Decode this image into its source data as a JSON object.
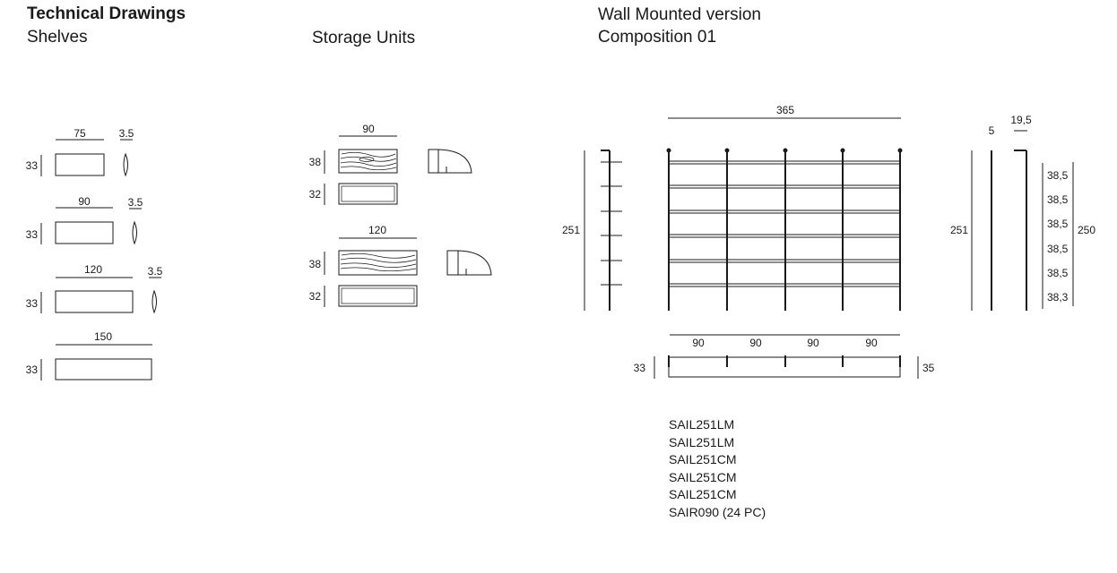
{
  "headers": {
    "technical_drawings": "Technical Drawings",
    "shelves": "Shelves",
    "storage_units": "Storage Units",
    "wall_mounted": "Wall Mounted version",
    "composition": "Composition 01"
  },
  "shelves": [
    {
      "width": "75",
      "depth": "3.5",
      "height": "33"
    },
    {
      "width": "90",
      "depth": "3.5",
      "height": "33"
    },
    {
      "width": "120",
      "depth": "3.5",
      "height": "33"
    },
    {
      "width": "150",
      "depth": "",
      "height": "33"
    }
  ],
  "storage_units": [
    {
      "width": "90",
      "open_height": "38",
      "closed_height": "32"
    },
    {
      "width": "120",
      "open_height": "38",
      "closed_height": "32"
    }
  ],
  "composition": {
    "overall_width": "365",
    "overall_height": "251",
    "side_height": "251",
    "side_depth": "5",
    "bracket_depth": "19,5",
    "total_height": "250",
    "shelf_spacings": [
      "38,5",
      "38,5",
      "38,5",
      "38,5",
      "38,5",
      "38,3"
    ],
    "bay_widths": [
      "90",
      "90",
      "90",
      "90"
    ],
    "plan_left_depth": "33",
    "plan_right_depth": "35"
  },
  "product_codes": [
    "SAIL251LM",
    "SAIL251LM",
    "SAIL251CM",
    "SAIL251CM",
    "SAIL251CM",
    "SAIR090 (24 PC)"
  ]
}
